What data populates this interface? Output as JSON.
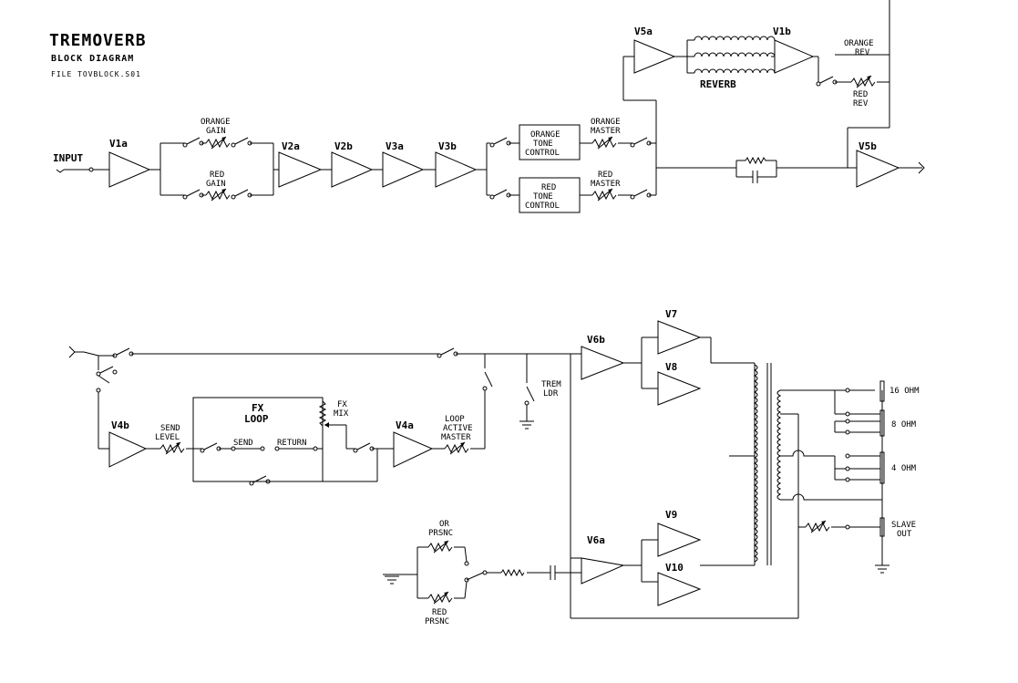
{
  "header": {
    "title": "TREMOVERB",
    "subtitle": "BLOCK DIAGRAM",
    "file": "FILE TOVBLOCK.S01"
  },
  "labels": {
    "input": "INPUT",
    "orange_gain": [
      "ORANGE",
      "GAIN"
    ],
    "red_gain": [
      "RED",
      "GAIN"
    ],
    "orange_tone": [
      "ORANGE",
      "TONE",
      "CONTROL"
    ],
    "red_tone": [
      "RED",
      "TONE",
      "CONTROL"
    ],
    "orange_master": [
      "ORANGE",
      "MASTER"
    ],
    "red_master": [
      "RED",
      "MASTER"
    ],
    "reverb": "REVERB",
    "orange_rev": [
      "ORANGE",
      "REV"
    ],
    "red_rev": [
      "RED",
      "REV"
    ],
    "send_level": [
      "SEND",
      "LEVEL"
    ],
    "fx_loop": [
      "FX",
      "LOOP"
    ],
    "fx_mix": [
      "FX",
      "MIX"
    ],
    "send": "SEND",
    "return": "RETURN",
    "loop_active_master": [
      "LOOP",
      "ACTIVE",
      "MASTER"
    ],
    "trem_ldr": [
      "TREM",
      "LDR"
    ],
    "or_prsnc": [
      "OR",
      "PRSNC"
    ],
    "red_prsnc": [
      "RED",
      "PRSNC"
    ],
    "ohm16": "16 OHM",
    "ohm8": "8 OHM",
    "ohm4": "4 OHM",
    "slave_out": [
      "SLAVE",
      "OUT"
    ]
  },
  "tubes": {
    "v1a": "V1a",
    "v2a": "V2a",
    "v2b": "V2b",
    "v3a": "V3a",
    "v3b": "V3b",
    "v5a": "V5a",
    "v1b": "V1b",
    "v5b": "V5b",
    "v4b": "V4b",
    "v4a": "V4a",
    "v6b": "V6b",
    "v6a": "V6a",
    "v7": "V7",
    "v8": "V8",
    "v9": "V9",
    "v10": "V10"
  }
}
